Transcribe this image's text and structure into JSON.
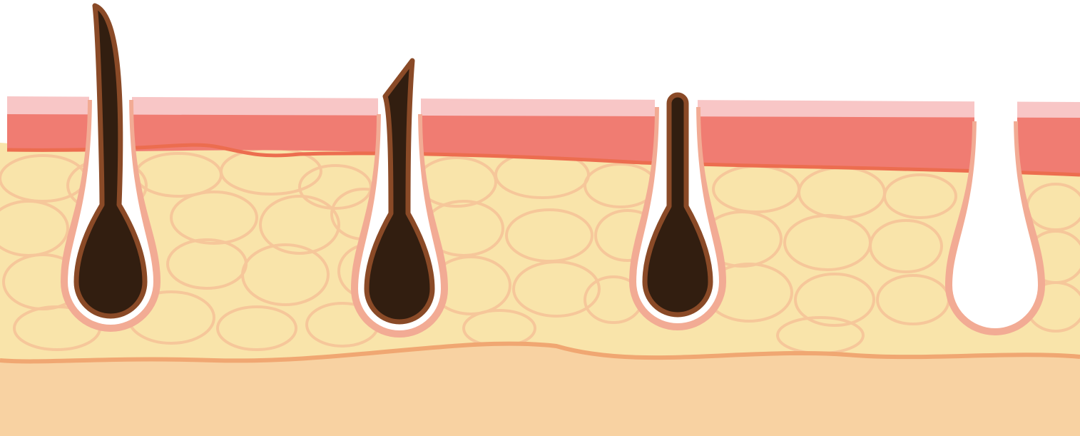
{
  "colors": {
    "background": "#ffffff",
    "subcutis": "#f8d2a2",
    "subcutis_line": "#f0a772",
    "fat": "#f9e4aa",
    "fat_cell_outline": "#f6c79a",
    "dermis": "#f07c72",
    "dermis_edge": "#ec6d4f",
    "epidermis": "#f8c6c6",
    "follicle_sheath": "#f2ab94",
    "hair_gap": "#ffffff",
    "hair_outline": "#8a4a27",
    "hair_core": "#321e10"
  },
  "follicles": [
    {
      "hair": "long-hair"
    },
    {
      "hair": "cut-hair"
    },
    {
      "hair": "short-hair"
    },
    {
      "hair": "none"
    }
  ]
}
